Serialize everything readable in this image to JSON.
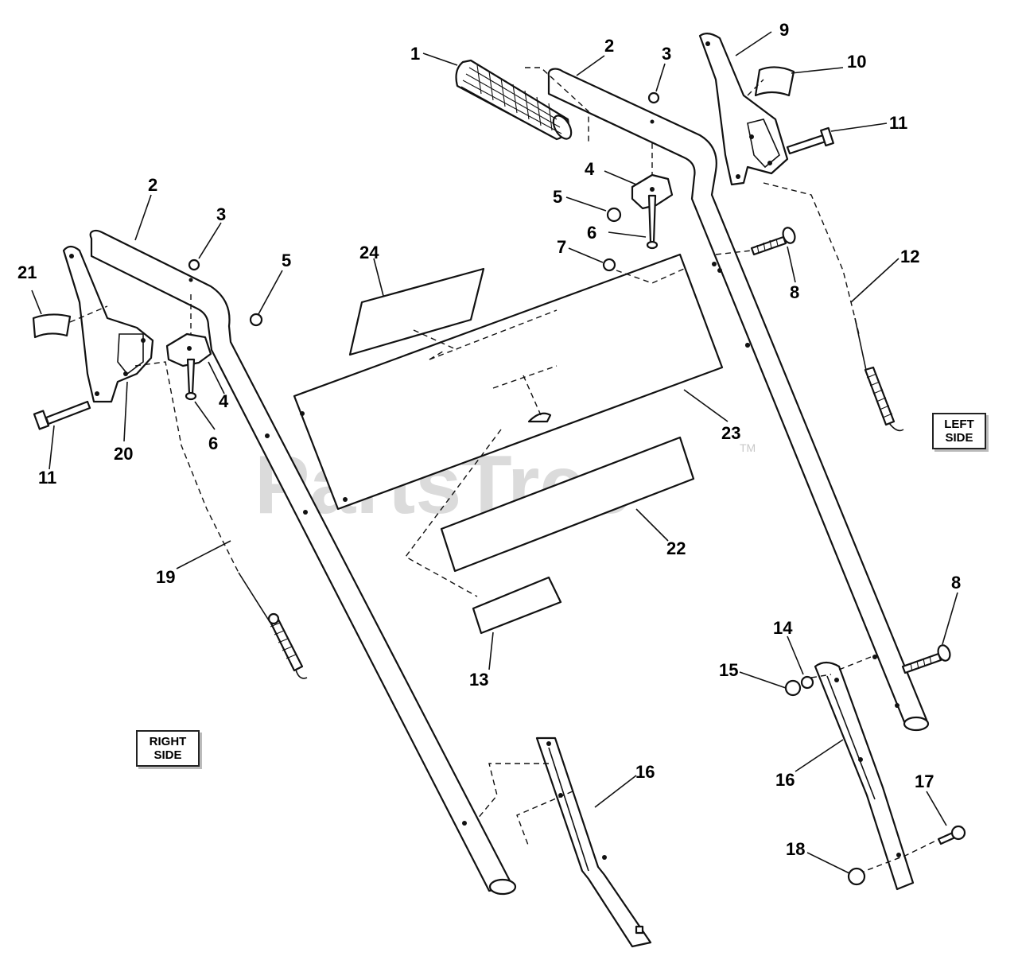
{
  "watermark": {
    "text": "PartsTree",
    "mark": "TM"
  },
  "side_labels": {
    "left": {
      "line1": "LEFT",
      "line2": "SIDE"
    },
    "right": {
      "line1": "RIGHT",
      "line2": "SIDE"
    }
  },
  "callouts": {
    "c1": "1",
    "c2a": "2",
    "c2b": "2",
    "c3a": "3",
    "c3b": "3",
    "c4a": "4",
    "c4b": "4",
    "c5a": "5",
    "c5b": "5",
    "c6a": "6",
    "c6b": "6",
    "c7": "7",
    "c8a": "8",
    "c8b": "8",
    "c9": "9",
    "c10": "10",
    "c11a": "11",
    "c11b": "11",
    "c12": "12",
    "c13": "13",
    "c14": "14",
    "c15": "15",
    "c16a": "16",
    "c16b": "16",
    "c17": "17",
    "c18": "18",
    "c19": "19",
    "c20": "20",
    "c21": "21",
    "c22": "22",
    "c23": "23",
    "c24": "24"
  }
}
